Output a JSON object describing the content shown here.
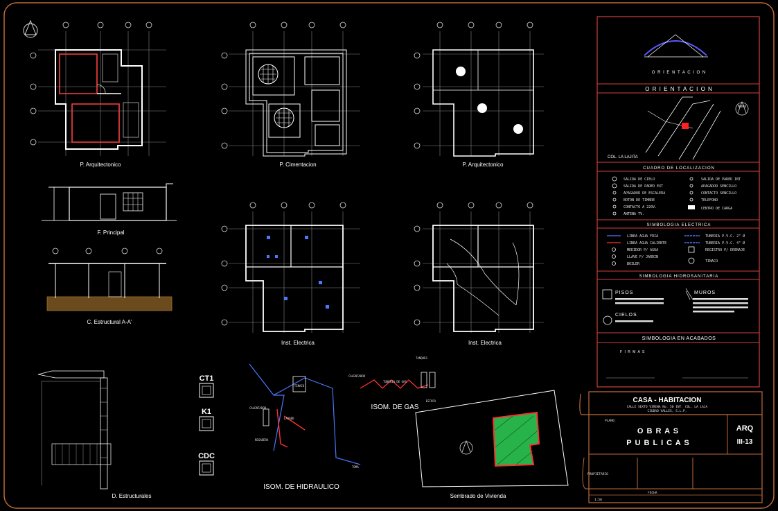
{
  "views": {
    "plan_arq_1": "P. Arquitectonico",
    "plan_cim": "P. Cimentacion",
    "plan_arq_2": "P. Arquitectonico",
    "fachada": "F. Principal",
    "corte": "C. Estructural A-A'",
    "elec_1": "Inst. Electrica",
    "elec_2": "Inst. Electrica",
    "det_estr": "D. Estructurales",
    "isom_hid": "ISOM. DE HIDRAULICO",
    "isom_gas": "ISOM. DE GAS",
    "sembrado": "Sembrado de Vivienda"
  },
  "columns": {
    "c1": "CT1",
    "c2": "K1",
    "c3": "CDC"
  },
  "gas_labels": {
    "calentador": "CALENTADOR",
    "tuberia": "TUBERIA DE GAS",
    "estufa": "ESTUFA",
    "tanques": "TANQUES"
  },
  "hid_labels": {
    "tinaco": "TINACO",
    "calentador": "CALENTADOR",
    "lavabo": "LAVABO",
    "regadera": "REGADERA",
    "toma": "TOMA"
  },
  "panel": {
    "orientation_caption": "O R I E N T A C I O N",
    "orientation_header": "O R I E N T A C I O N",
    "north": "Norte",
    "colonia": "COL. LA LAJITA",
    "localizacion_header": "CUADRO DE LOCALIZACION",
    "simb_elec_header": "SIMBOLOGIA ELECTRICA",
    "elec_symbols": [
      "SALIDA DE CIELO",
      "SALIDA DE PARED INT",
      "SALIDA DE PARED EXT",
      "APAGADOR SENCILLO",
      "APAGADOR DE ESCALERA",
      "CONTACTO SENCILLO",
      "BOTON DE TIMBRE",
      "TELEFONO",
      "CONTACTO A 220V.",
      "CENTRO DE CARGA",
      "ANTENA TV.",
      ""
    ],
    "simb_hid_header": "SIMBOLOGIA HIDROSANITARIA",
    "hid_symbols": [
      "LINEA AGUA FRIA",
      "TUBERIA P.V.C. 2\" Ø",
      "LINEA AGUA CALIENTE",
      "TUBERIA P.V.C. 4\" Ø",
      "MEDIDOR P/ AGUA",
      "REGISTRO P/ DRENAJE",
      "LLAVE P/ JARDIN",
      "TINACO",
      "BOILER",
      ""
    ],
    "pisos": "PISOS",
    "muros": "MUROS",
    "cielos": "CIELOS",
    "acabados_header": "SIMBOLOGIA EN ACABADOS",
    "firmas": "F I R M A S"
  },
  "title_block": {
    "project": "CASA - HABITACION",
    "address_1": "CALLE SEXTO VIRENA   No. 50 INT.   COL. LA LAJA",
    "address_2": "CIUDAD VALLES, S.L.P.",
    "plano_label": "PLANO:",
    "obras_1": "O B R A S",
    "obras_2": "P U B L I C A S",
    "code_1": "ARQ",
    "code_2": "III-13",
    "propietario": "PROPIETARIO",
    "escala": "1:50",
    "fecha": "FECHA"
  },
  "colors": {
    "frame": "#c06a3a",
    "panel_line": "#d04040",
    "wall": "#ffffff",
    "elec": "#3a6cff",
    "green": "#27b24a",
    "lot": "#ff3030"
  }
}
